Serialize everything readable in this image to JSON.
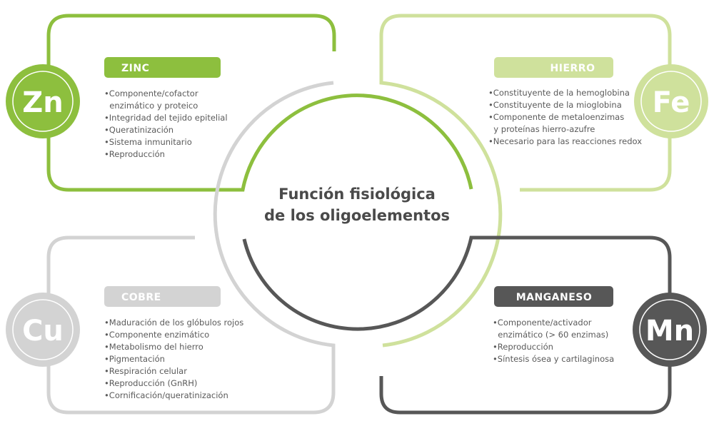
{
  "title": {
    "line1": "Función fisiológica",
    "line2": "de los oligoelementos"
  },
  "colors": {
    "zinc": "#8dbf3e",
    "hierro": "#cfe19c",
    "cobre": "#d3d3d3",
    "manganeso": "#575757"
  },
  "elements": {
    "zinc": {
      "symbol": "Zn",
      "name": "ZINC",
      "items": [
        "•Componente/cofactor",
        "  enzimático y proteico",
        "•Integridad del tejido epitelial",
        "•Queratinización",
        "•Sistema inmunitario",
        "•Reproducción"
      ]
    },
    "hierro": {
      "symbol": "Fe",
      "name": "HIERRO",
      "items": [
        "•Constituyente de la hemoglobina",
        "•Constituyente de la mioglobina",
        "•Componente de metaloenzimas",
        "  y proteínas hierro-azufre",
        "•Necesario para las reacciones redox"
      ]
    },
    "cobre": {
      "symbol": "Cu",
      "name": "COBRE",
      "items": [
        "•Maduración de los glóbulos rojos",
        "•Componente enzimático",
        "•Metabolismo del hierro",
        "•Pigmentación",
        "•Respiración celular",
        "•Reproducción (GnRH)",
        "•Cornificación/queratinización"
      ]
    },
    "manganeso": {
      "symbol": "Mn",
      "name": "MANGANESO",
      "items": [
        "•Componente/activador",
        "  enzimático (> 60 enzimas)",
        "•Reproducción",
        "•Síntesis ósea y cartilaginosa"
      ]
    }
  }
}
